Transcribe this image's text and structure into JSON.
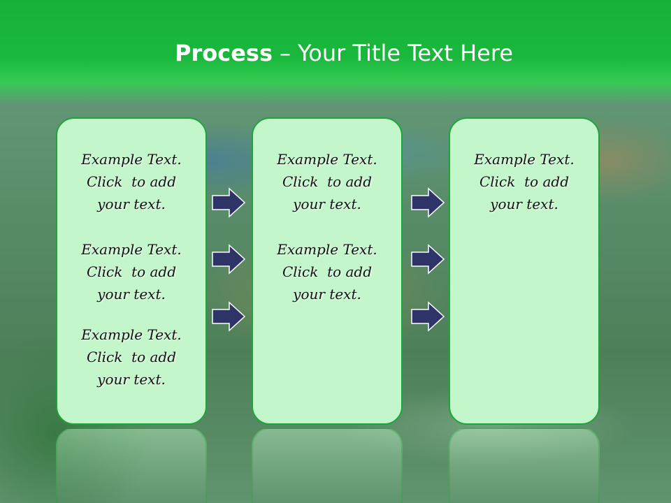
{
  "title": {
    "bold": "Process",
    "separator": "–",
    "rest": "Your Title Text Here"
  },
  "panels": [
    {
      "blocks": [
        [
          "Example Text.",
          "Click  to add",
          "your text."
        ],
        [
          "Example Text.",
          "Click  to add",
          "your text."
        ],
        [
          "Example Text.",
          "Click  to add",
          "your text."
        ]
      ]
    },
    {
      "blocks": [
        [
          "Example Text.",
          "Click  to add",
          "your text."
        ],
        [
          "Example Text.",
          "Click  to add",
          "your text."
        ]
      ]
    },
    {
      "blocks": [
        [
          "Example Text.",
          "Click  to add",
          "your text."
        ]
      ]
    }
  ],
  "arrows": {
    "icon": "right-arrow-icon",
    "fill": "#2e3368",
    "stroke": "#ffffff",
    "group1_count": 3,
    "group2_count": 3
  },
  "colors": {
    "header": "#19b83d",
    "panel_fill": "#c4f6cc",
    "panel_border": "#1ea53a",
    "title_text": "#ffffff"
  }
}
